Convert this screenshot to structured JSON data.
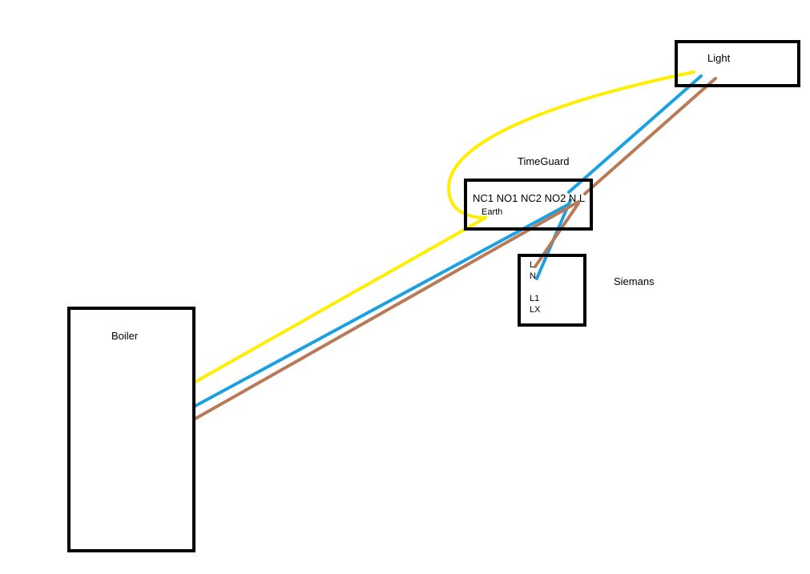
{
  "boxes": {
    "light": {
      "label": "Light"
    },
    "timeguard": {
      "label": "TimeGuard",
      "terminals": "NC1 NO1 NC2 NO2 N L",
      "earth": "Earth"
    },
    "siemens": {
      "label": "Siemans",
      "terminals": [
        "L",
        "N",
        "L1",
        "LX"
      ]
    },
    "boiler": {
      "label": "Boiler"
    }
  },
  "colors": {
    "earth": "#ffee00",
    "neutral": "#1ba1e2",
    "live": "#b97a57",
    "outline": "#000000"
  }
}
